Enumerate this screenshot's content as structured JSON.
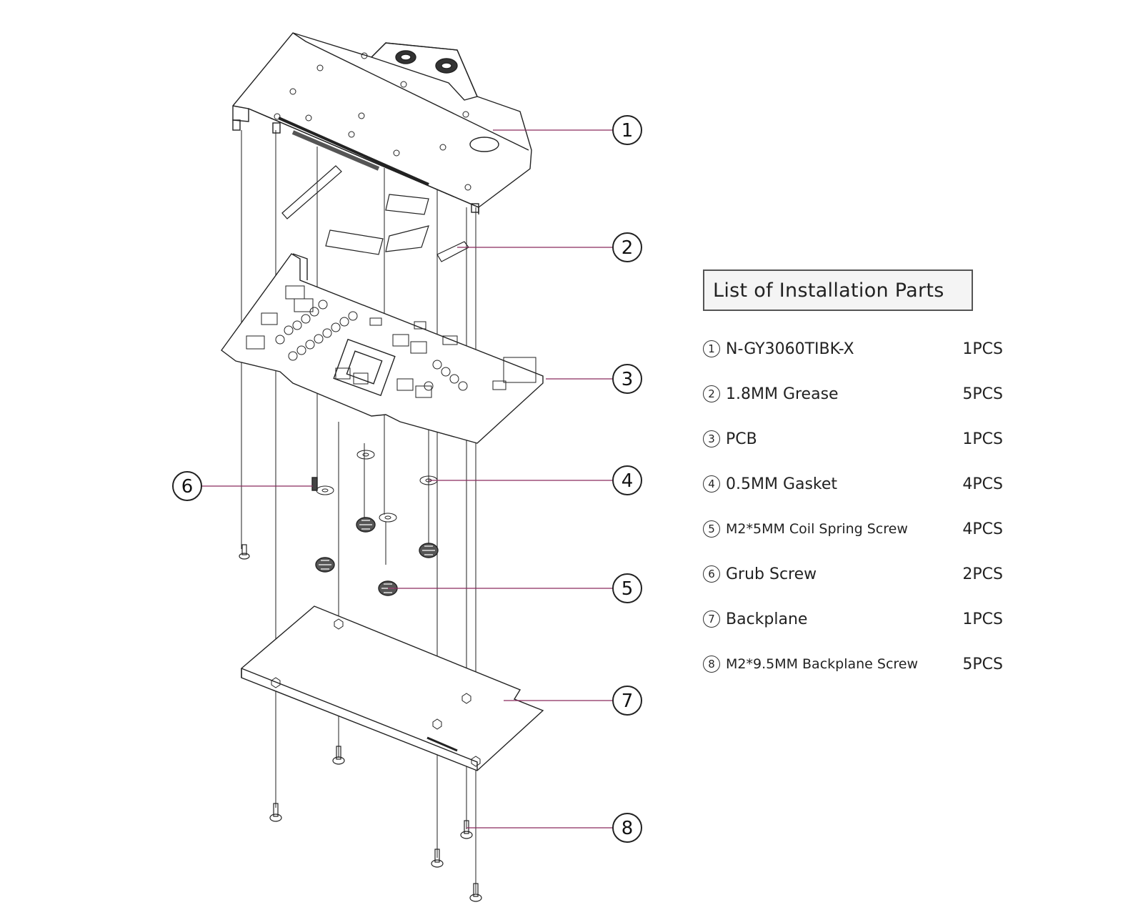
{
  "colors": {
    "leader": "#8a2a5e",
    "line": "#222222"
  },
  "callouts": [
    "1",
    "2",
    "3",
    "4",
    "5",
    "6",
    "7",
    "8"
  ],
  "list": {
    "title": "List of Installation Parts",
    "items": [
      {
        "num": "1",
        "name": "N-GY3060TIBK-X",
        "qty": "1PCS"
      },
      {
        "num": "2",
        "name": "1.8MM Grease",
        "qty": "5PCS"
      },
      {
        "num": "3",
        "name": "PCB",
        "qty": "1PCS"
      },
      {
        "num": "4",
        "name": "0.5MM Gasket",
        "qty": "4PCS"
      },
      {
        "num": "5",
        "name": "M2*5MM Coil Spring Screw",
        "qty": "4PCS"
      },
      {
        "num": "6",
        "name": "Grub Screw",
        "qty": "2PCS"
      },
      {
        "num": "7",
        "name": "Backplane",
        "qty": "1PCS"
      },
      {
        "num": "8",
        "name": "M2*9.5MM Backplane Screw",
        "qty": "5PCS"
      }
    ]
  }
}
